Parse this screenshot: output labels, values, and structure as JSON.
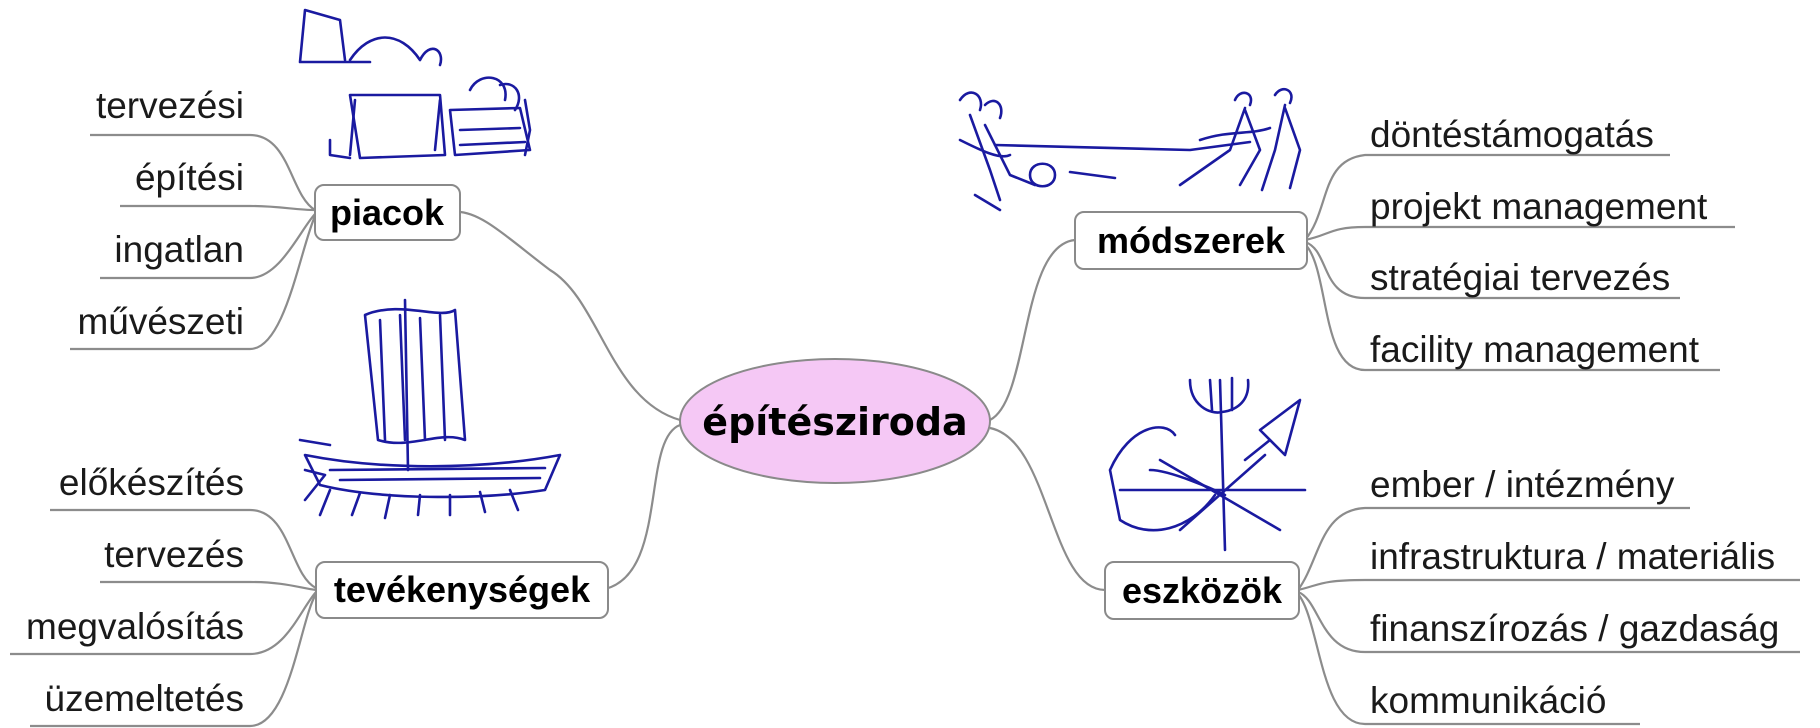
{
  "center": {
    "label": "építésziroda",
    "color": "#f5c8f5"
  },
  "branches": {
    "piacok": {
      "label": "piacok",
      "icon": "market-stall-sketch-icon",
      "items": [
        "tervezési",
        "építési",
        "ingatlan",
        "művészeti"
      ]
    },
    "tevekenysegek": {
      "label": "tevékenységek",
      "icon": "sailing-ship-sketch-icon",
      "items": [
        "előkészítés",
        "tervezés",
        "megvalósítás",
        "üzemeltetés"
      ]
    },
    "modszerek": {
      "label": "módszerek",
      "icon": "tug-of-war-sketch-icon",
      "items": [
        "döntéstámogatás",
        "projekt management",
        "stratégiai tervezés",
        "facility management"
      ]
    },
    "eszkozok": {
      "label": "eszközök",
      "icon": "tools-sketch-icon",
      "items": [
        "ember / intézmény",
        "infrastruktura / materiális",
        "finanszírozás / gazdaság",
        "kommunikáció"
      ]
    }
  },
  "colors": {
    "connector": "#8c8c8c",
    "sketch_ink": "#1a1aa0",
    "node_border": "#8a8a8a"
  }
}
